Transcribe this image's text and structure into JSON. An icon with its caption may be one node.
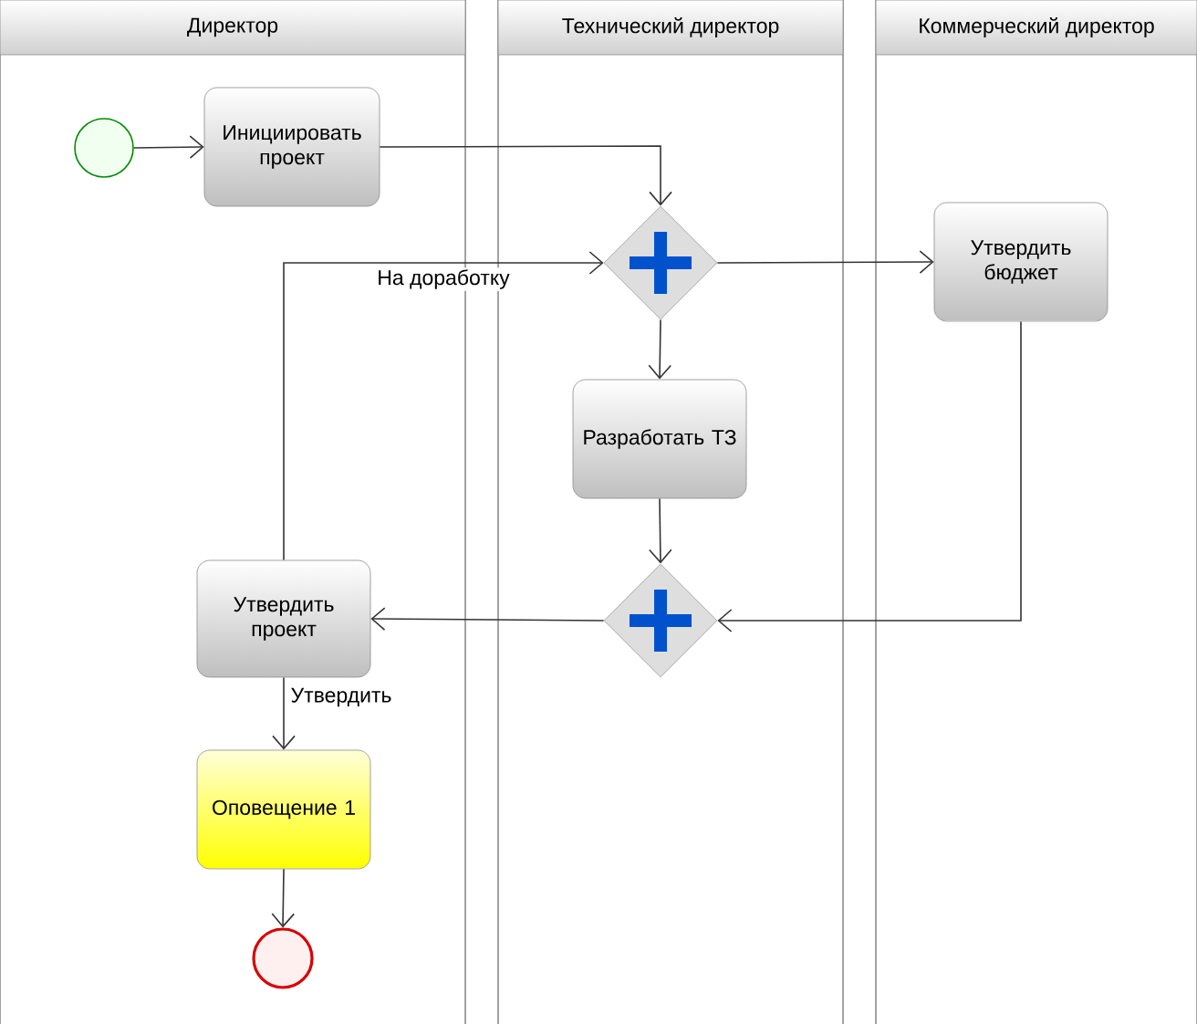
{
  "diagram": {
    "nodes": [
      {
        "text": [
          "Директор"
        ]
      },
      {
        "text": [
          "Технический директор"
        ]
      },
      {
        "text": [
          "Коммерческий директор"
        ]
      },
      {
        "text": [],
        "shape": "circle",
        "in": 0
      },
      {
        "text": [
          "Инициировать проект"
        ],
        "in": 0
      },
      {
        "text": [],
        "shape": "diamond",
        "in": 1
      },
      {
        "text": [
          "Утвердить бюджет"
        ],
        "in": 2
      },
      {
        "text": [
          "Разработать ТЗ"
        ],
        "in": 1
      },
      {
        "text": [],
        "shape": "diamond",
        "in": 1
      },
      {
        "text": [
          "Утвердить проект"
        ],
        "in": 0
      },
      {
        "text": [
          "Оповещение 1"
        ],
        "in": 0
      },
      {
        "text": [],
        "shape": "circle",
        "in": 0
      }
    ],
    "edges": [
      {
        "from": 3,
        "to": 4,
        "arrow": "to"
      },
      {
        "from": 4,
        "to": 5,
        "arrow": "to"
      },
      {
        "from": 5,
        "to": 6,
        "arrow": "to"
      },
      {
        "from": 5,
        "to": 7,
        "arrow": "to"
      },
      {
        "from": 7,
        "to": 8,
        "arrow": "to"
      },
      {
        "from": 6,
        "to": 8,
        "arrow": "to"
      },
      {
        "from": 8,
        "to": 9,
        "arrow": "to"
      },
      {
        "from": 9,
        "to": 5,
        "arrow": "to",
        "label": "На доработку"
      },
      {
        "from": 9,
        "to": 10,
        "arrow": "to",
        "label": "Утвердить"
      },
      {
        "from": 10,
        "to": 11,
        "arrow": "to"
      }
    ]
  }
}
